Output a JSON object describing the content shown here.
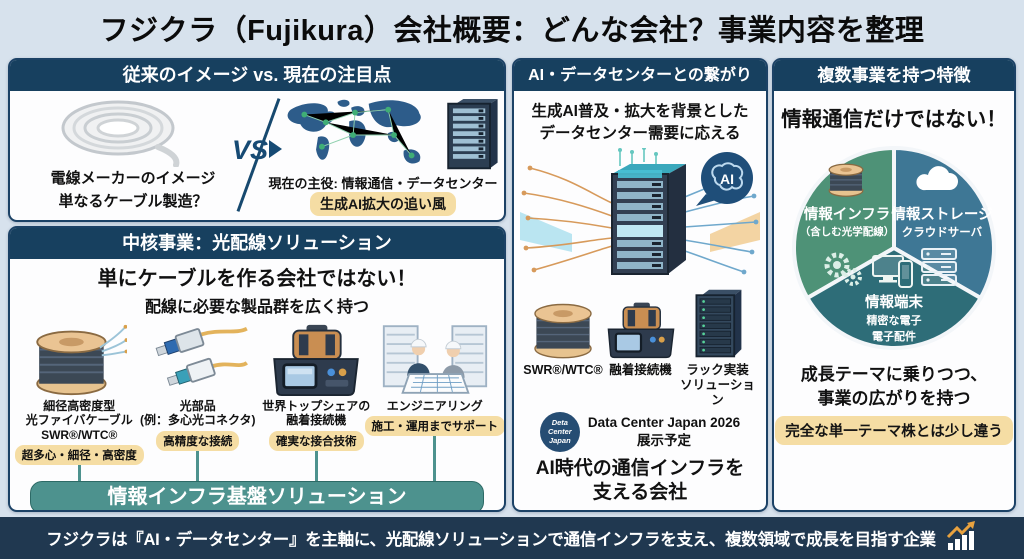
{
  "title": "フジクラ（Fujikura）会社概要：どんな会社？事業内容を整理",
  "colors": {
    "page_bg": "#d7e2ed",
    "header_navy": "#17405f",
    "panel_border": "#1c4266",
    "highlight_yellow": "#f5dda4",
    "teal_bar": "#4d928e",
    "footer_navy": "#203850",
    "pie_green": "#4e9277",
    "pie_blue": "#3e7795",
    "pie_teal": "#2e6d78"
  },
  "panel_legacy": {
    "header": "従来のイメージ vs. 現在の注目点",
    "left_caption_1": "電線メーカーのイメージ",
    "left_caption_2": "単なるケーブル製造？",
    "vs_label": "VS",
    "right_caption": "現在の主役: 情報通信・データセンター",
    "right_highlight": "生成AI拡大の追い風"
  },
  "panel_core": {
    "header": "中核事業：光配線ソリューション",
    "headline": "単にケーブルを作る会社ではない！",
    "subheadline": "配線に必要な製品群を広く持つ",
    "products": [
      {
        "icon": "fiber-spool",
        "caption": "細径高密度型\n光ファイバケーブル\nSWR®/WTC®",
        "tag": "超多心・細径・高密度"
      },
      {
        "icon": "optical-connector",
        "caption": "光部品\n(例：多心光コネクタ)",
        "tag": "高精度な接続"
      },
      {
        "icon": "fusion-splicer",
        "caption": "世界トップシェアの\n融着接続機",
        "tag": "確実な接合技術"
      },
      {
        "icon": "engineers",
        "caption": "エンジニアリング",
        "tag": "施工・運用までサポート"
      }
    ],
    "footer_bar": "情報インフラ基盤ソリューション"
  },
  "panel_ai": {
    "header": "AI・データセンターとの繋がり",
    "headline": "生成AI普及・拡大を背景とした\nデータセンター需要に応える",
    "ai_label": "AI",
    "products": [
      {
        "icon": "fiber-spool",
        "caption": "SWR®/WTC®"
      },
      {
        "icon": "fusion-splicer",
        "caption": "融着接続機"
      },
      {
        "icon": "server-rack",
        "caption": "ラック実装\nソリューション"
      }
    ],
    "badge_circle": "Deta\nCenter\nJapan",
    "badge_text": "Data Center Japan 2026\n展示予定",
    "footer": "AI時代の通信インフラを\n支える会社"
  },
  "panel_multi": {
    "header": "複数事業を持つ特徴",
    "headline": "情報通信だけではない！",
    "pie": [
      {
        "label": "情報インフラ",
        "sub": "（含しむ光学配線）",
        "color": "#4e9277"
      },
      {
        "label": "情報ストレージ",
        "sub": "クラウドサーバ",
        "color": "#3e7795"
      },
      {
        "label": "情報端末",
        "sub": "精密な電子",
        "sub2": "電子配件",
        "color": "#2e6d78"
      }
    ],
    "closing": "成長テーマに乗りつつ、\n事業の広がりを持つ",
    "closing_highlight": "完全な単一テーマ株とは少し違う"
  },
  "footer": {
    "text": "フジクラは『AI・データセンター』を主軸に、光配線ソリューションで通信インフラを支え、複数領域で成長を目指す企業"
  }
}
